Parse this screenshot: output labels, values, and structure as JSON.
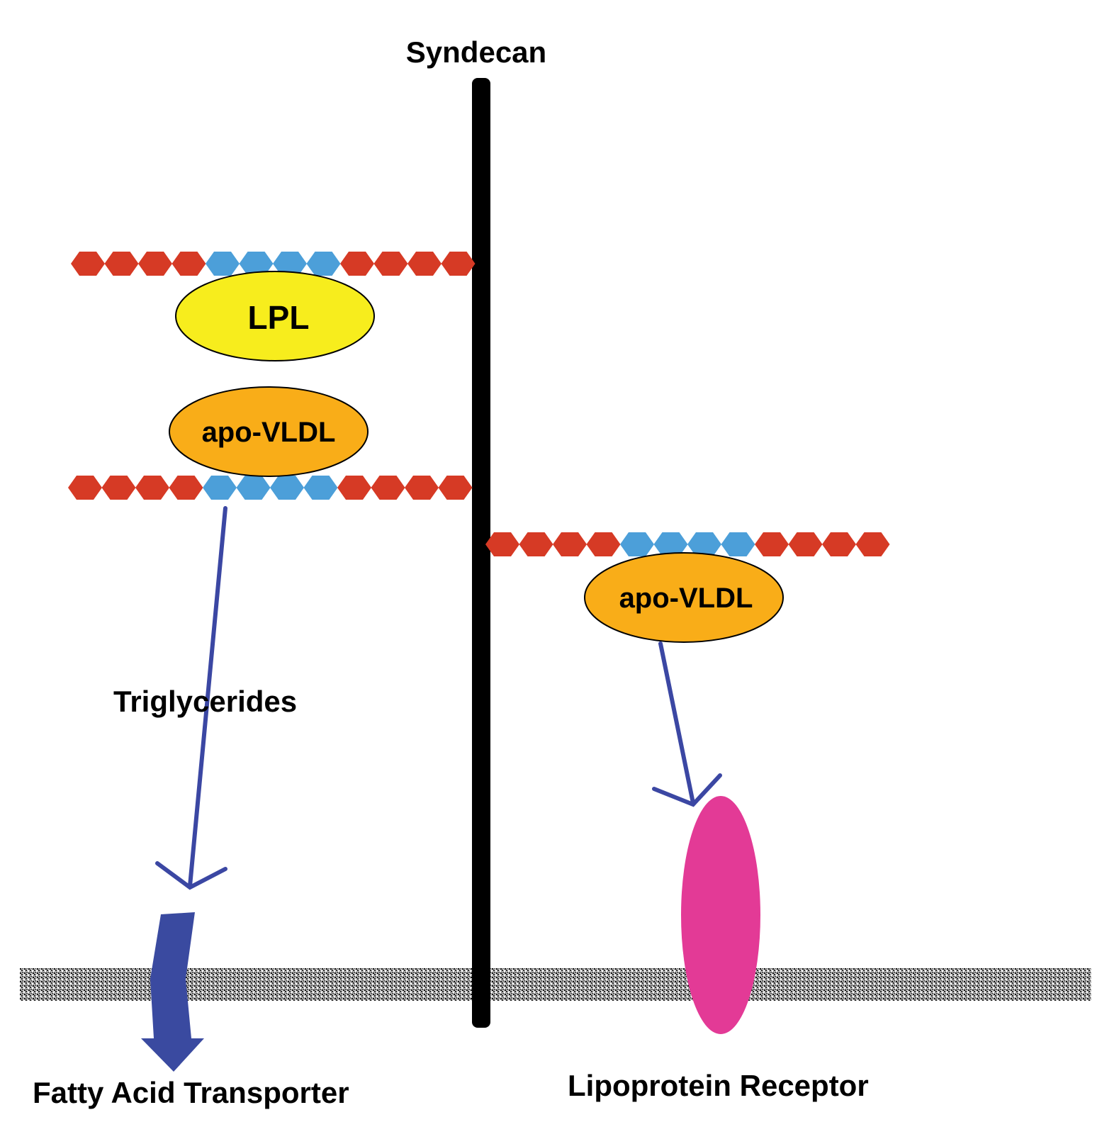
{
  "labels": {
    "syndecan": "Syndecan",
    "lpl": "LPL",
    "apo_vldl_upper": "apo-VLDL",
    "apo_vldl_right": "apo-VLDL",
    "triglycerides": "Triglycerides",
    "fatty_acid_transporter": "Fatty Acid Transporter",
    "lipoprotein_receptor": "Lipoprotein Receptor"
  },
  "colors": {
    "hexagon_red": "#d63a25",
    "hexagon_blue": "#4c9fd9",
    "lpl_fill": "#f7ed1d",
    "apo_vldl_fill": "#f9ad18",
    "arrow": "#3b47a3",
    "transporter": "#3a4aa0",
    "receptor": "#e33a96",
    "syndecan_core": "#000000"
  },
  "chains": [
    {
      "pattern": [
        "red",
        "red",
        "red",
        "red",
        "blue",
        "blue",
        "blue",
        "blue",
        "red",
        "red",
        "red",
        "red"
      ]
    },
    {
      "pattern": [
        "red",
        "red",
        "red",
        "red",
        "blue",
        "blue",
        "blue",
        "blue",
        "red",
        "red",
        "red",
        "red"
      ]
    },
    {
      "pattern": [
        "red",
        "red",
        "red",
        "red",
        "blue",
        "blue",
        "blue",
        "blue",
        "red",
        "red",
        "red",
        "red"
      ]
    }
  ]
}
